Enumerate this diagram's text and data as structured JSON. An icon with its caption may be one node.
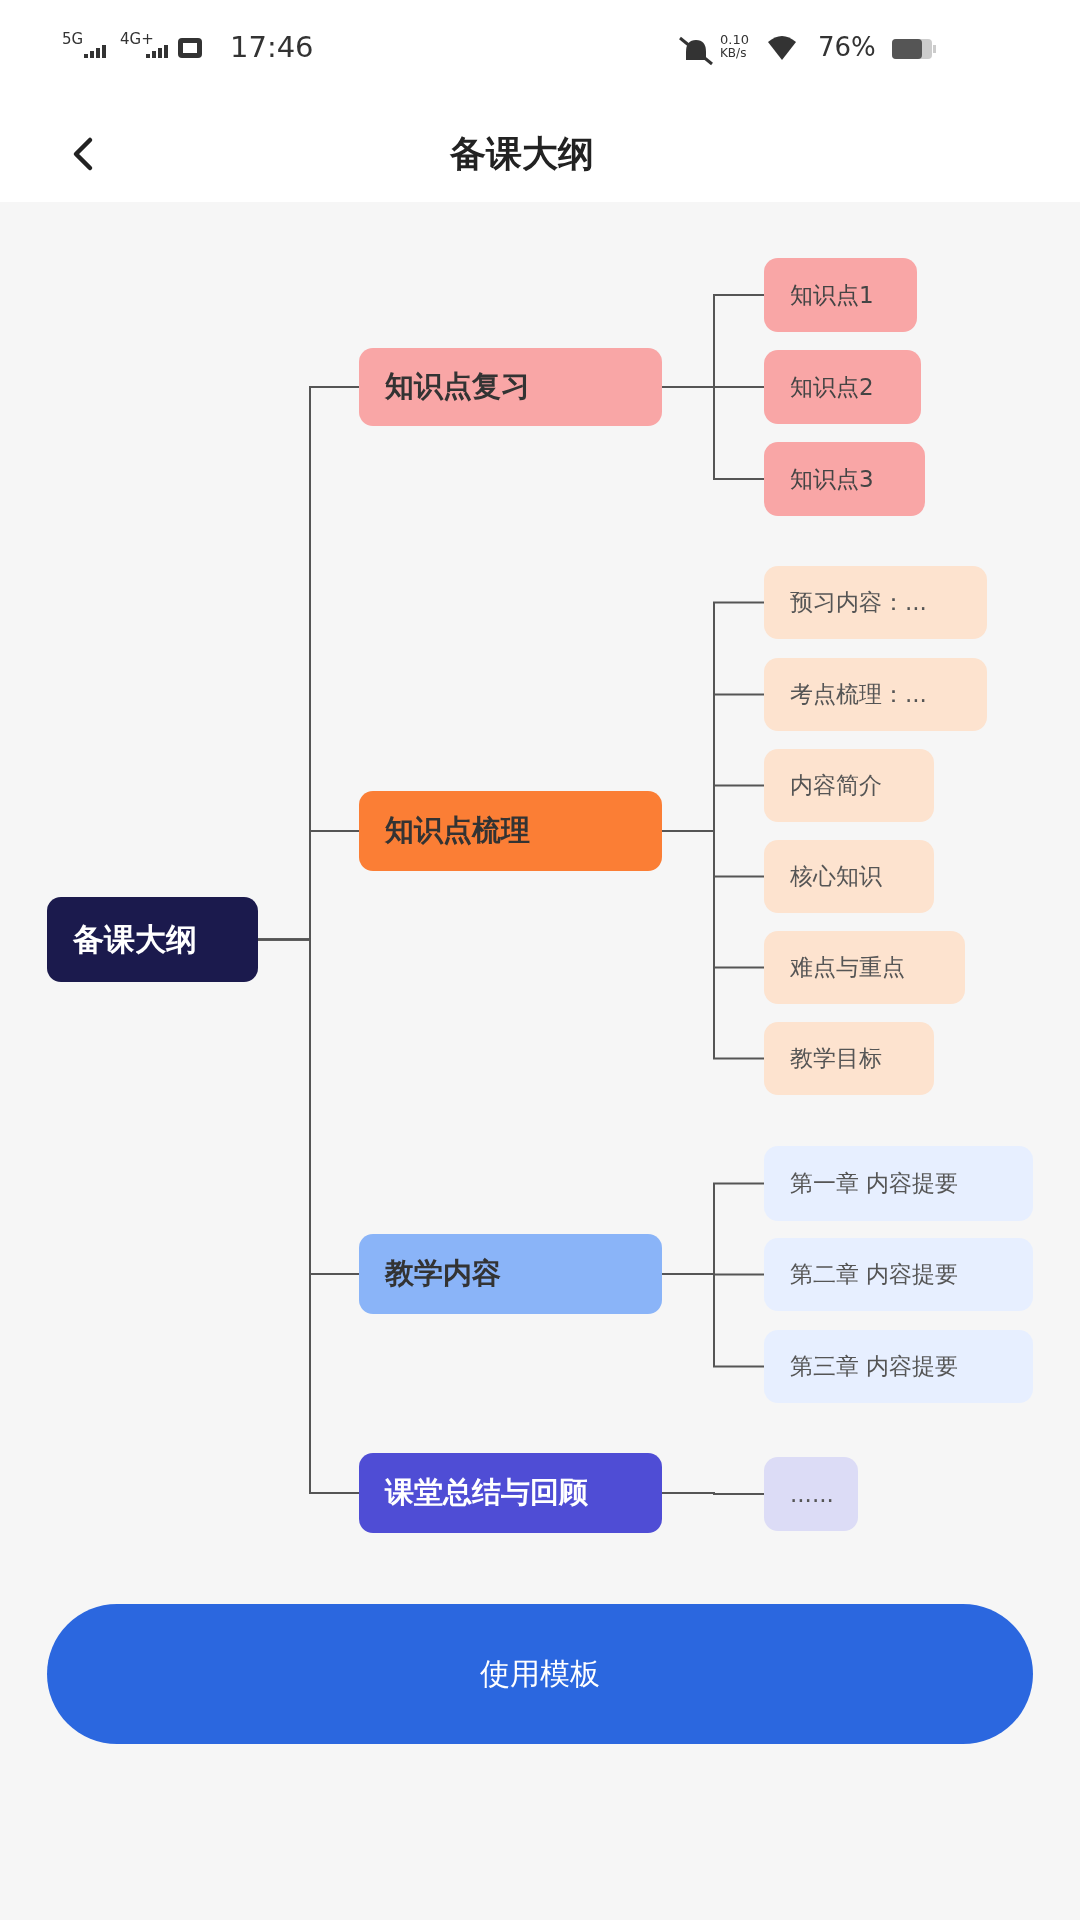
{
  "diagram": {
    "title": "备课大纲",
    "nodes": [
      {
        "text": [
          "备课大纲"
        ]
      },
      {
        "text": [
          "知识点复习"
        ]
      },
      {
        "text": [
          "知识点1"
        ]
      },
      {
        "text": [
          "知识点2"
        ]
      },
      {
        "text": [
          "知识点3"
        ]
      },
      {
        "text": [
          "知识点梳理"
        ]
      },
      {
        "text": [
          "预习内容：..."
        ]
      },
      {
        "text": [
          "考点梳理：..."
        ]
      },
      {
        "text": [
          "内容简介"
        ]
      },
      {
        "text": [
          "核心知识"
        ]
      },
      {
        "text": [
          "难点与重点"
        ]
      },
      {
        "text": [
          "教学目标"
        ]
      },
      {
        "text": [
          "教学内容"
        ]
      },
      {
        "text": [
          "第一章 内容提要"
        ]
      },
      {
        "text": [
          "第二章 内容提要"
        ]
      },
      {
        "text": [
          "第三章 内容提要"
        ]
      },
      {
        "text": [
          "课堂总结与回顾"
        ]
      },
      {
        "text": [
          "......"
        ]
      }
    ],
    "edges": [
      {
        "from": 0,
        "to": 1,
        "arrow": "none"
      },
      {
        "from": 1,
        "to": 2,
        "arrow": "none"
      },
      {
        "from": 1,
        "to": 3,
        "arrow": "none"
      },
      {
        "from": 1,
        "to": 4,
        "arrow": "none"
      },
      {
        "from": 0,
        "to": 5,
        "arrow": "none"
      },
      {
        "from": 5,
        "to": 6,
        "arrow": "none"
      },
      {
        "from": 5,
        "to": 7,
        "arrow": "none"
      },
      {
        "from": 5,
        "to": 8,
        "arrow": "none"
      },
      {
        "from": 5,
        "to": 9,
        "arrow": "none"
      },
      {
        "from": 5,
        "to": 10,
        "arrow": "none"
      },
      {
        "from": 5,
        "to": 11,
        "arrow": "none"
      },
      {
        "from": 0,
        "to": 12,
        "arrow": "none"
      },
      {
        "from": 12,
        "to": 13,
        "arrow": "none"
      },
      {
        "from": 12,
        "to": 14,
        "arrow": "none"
      },
      {
        "from": 12,
        "to": 15,
        "arrow": "none"
      },
      {
        "from": 0,
        "to": 16,
        "arrow": "none"
      },
      {
        "from": 16,
        "to": 17,
        "arrow": "none"
      }
    ],
    "labels": [
      "5G",
      "4G+",
      "17:46",
      "0.10",
      "KB/s",
      "76%",
      "使用模板"
    ]
  }
}
